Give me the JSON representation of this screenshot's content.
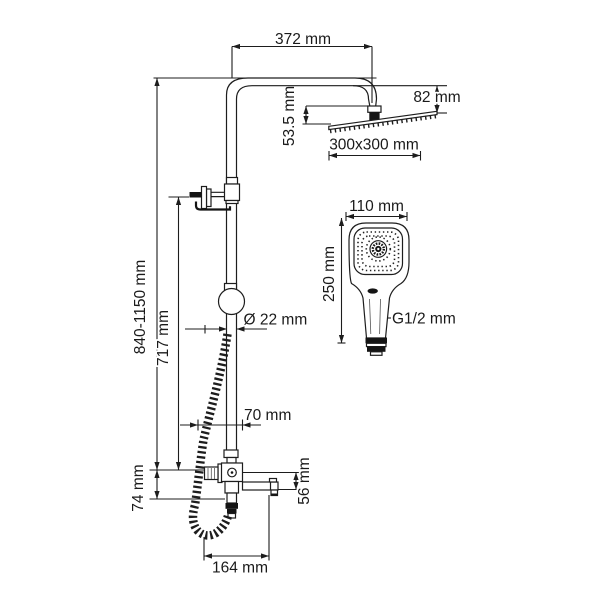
{
  "drawing": {
    "title": "shower-system-technical-drawing",
    "dimensions": {
      "top_width": "372 mm",
      "head_height": "82 mm",
      "head_drop": "53.5 mm",
      "head_size": "300x300 mm",
      "total_height": "840-1150 mm",
      "bar_height": "717 mm",
      "pipe_diameter": "Ø 22 mm",
      "hose_offset": "70 mm",
      "mixer_offset": "74 mm",
      "spout_drop": "56 mm",
      "spout_reach": "164 mm",
      "handshower_width": "110 mm",
      "handshower_length": "250 mm",
      "thread": "G1/2 mm"
    },
    "line_color": "#1d1d1d",
    "text_color": "#1a1a1a",
    "background": "#ffffff"
  }
}
